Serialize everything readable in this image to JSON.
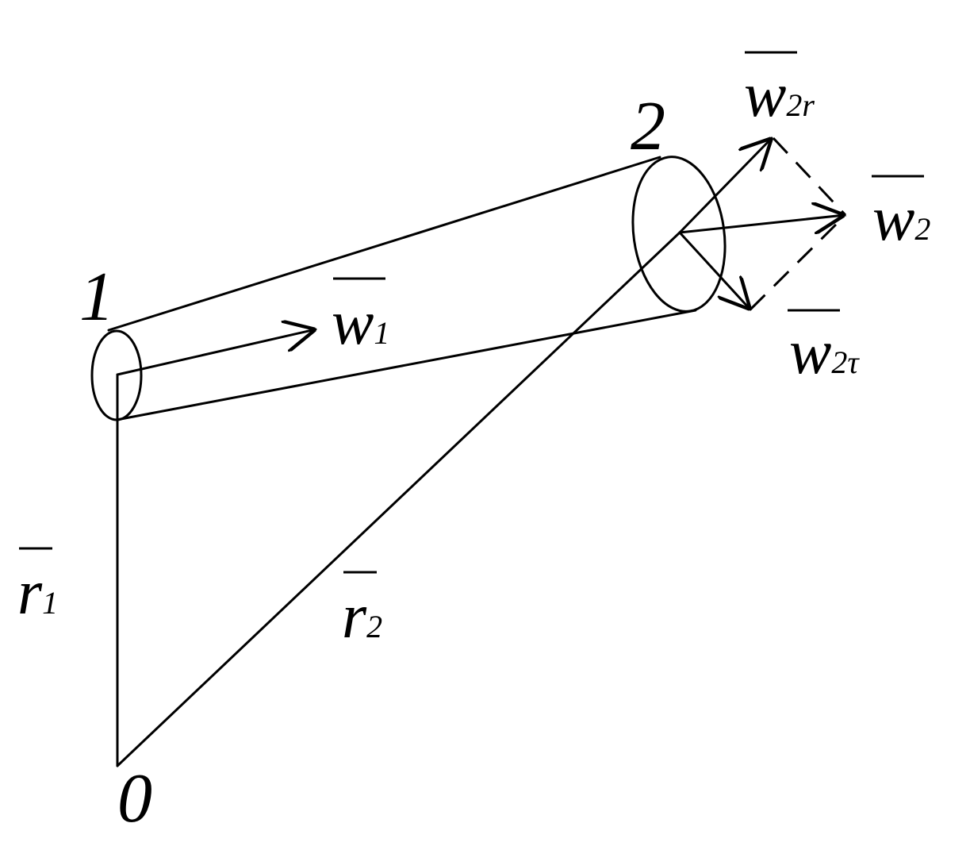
{
  "points": {
    "origin": "0",
    "section_1": "1",
    "section_2": "2"
  },
  "vectors": {
    "r1": {
      "symbol": "r",
      "subscript": "1"
    },
    "r2": {
      "symbol": "r",
      "subscript": "2"
    },
    "w1": {
      "symbol": "w",
      "subscript": "1"
    },
    "w2": {
      "symbol": "w",
      "subscript": "2"
    },
    "w2r": {
      "symbol": "w",
      "subscript": "2r"
    },
    "w2t": {
      "symbol": "w",
      "subscript": "2τ"
    }
  },
  "colors": {
    "ink": "#000000",
    "background": "#ffffff"
  }
}
